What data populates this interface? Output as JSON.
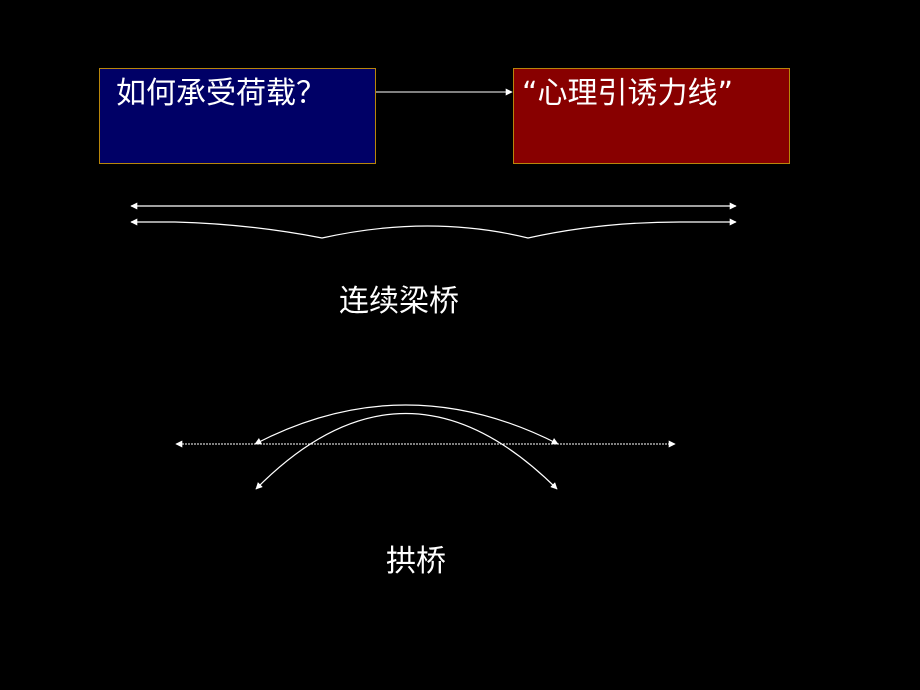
{
  "question_box": {
    "text": "如何承受荷载？",
    "fill": "#000066"
  },
  "answer_box": {
    "text": "“心理引诱力线”",
    "fill": "#880000"
  },
  "box_border_color": "#b8860b",
  "line_color": "#ffffff",
  "continuous_beam_bridge": {
    "caption": "连续梁桥"
  },
  "arch_bridge": {
    "caption": "拱桥"
  }
}
